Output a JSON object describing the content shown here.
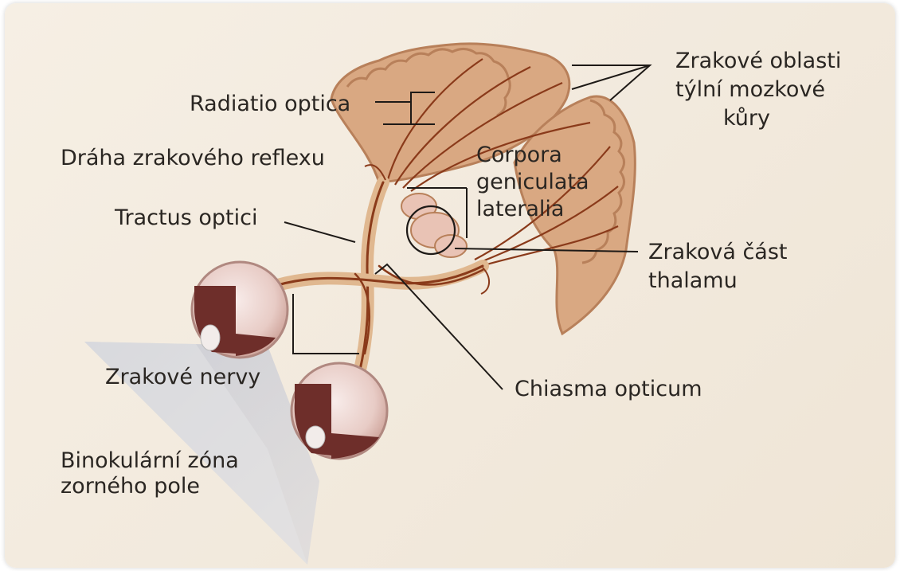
{
  "labels": {
    "radiatio": "Radiatio optica",
    "reflex": "Dráha zrakového reflexu",
    "tractus": "Tractus optici",
    "nervy": "Zrakové nervy",
    "binokular_1": "Binokulární zóna",
    "binokular_2": "zorného pole",
    "oblasti_1": "Zrakové oblasti",
    "oblasti_2": "týlní mozkové",
    "oblasti_3": "kůry",
    "corpora_1": "Corpora",
    "corpora_2": "geniculata",
    "corpora_3": "lateralia",
    "thalamus_1": "Zraková část",
    "thalamus_2": "thalamu",
    "chiasma": "Chiasma opticum"
  },
  "colors": {
    "background": "#f4ede2",
    "cortex": "#d9a882",
    "pathway": "#8a3a1a",
    "eye_shell": "#e6c7c0",
    "eye_dark": "#6e2e2a",
    "visual_field": "#c9ccd6",
    "line": "#1e1a17",
    "text": "#2a2622"
  }
}
